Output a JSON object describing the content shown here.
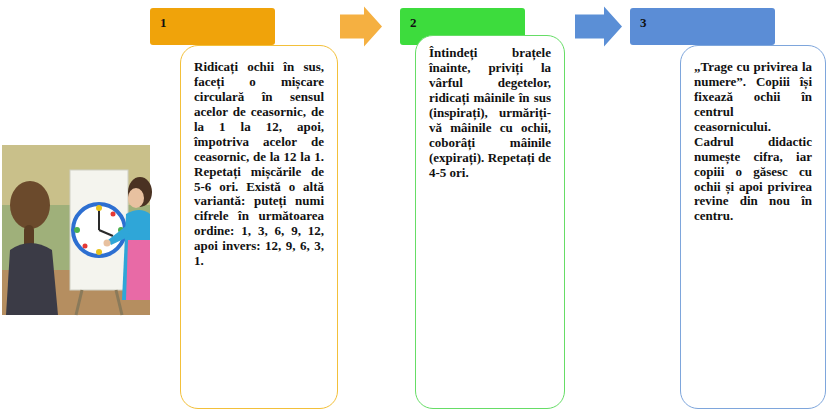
{
  "diagram": {
    "nodes": [
      {
        "text": [
          "1"
        ]
      },
      {
        "text": [
          "Ridicați ochii în sus, faceți o mișcare circulară în sensul acelor de ceasornic, de la 1 la 12, apoi, împotriva acelor de ceasornic, de la 12 la 1. Repetați mișcările de 5-6 ori. Există o altă variantă: puteți numi cifrele în următoarea ordine: 1, 3, 6, 9, 12, apoi invers: 12, 9, 6, 3, 1."
        ]
      },
      {
        "text": [
          "2"
        ]
      },
      {
        "text": [
          "Întindeți brațele înainte, priviți la vârful degetelor, ridicați mâinile în sus (inspirați), urmăriți-vă mâinile cu ochii, coborâți mâinile (expirați). Repetați de 4-5 ori."
        ]
      },
      {
        "text": [
          "3"
        ]
      },
      {
        "text": [
          "„Trage cu privirea la numere”. Copiii își fixează ochii în centrul ceasornicului. Cadrul didactic numește cifra, iar copiii o găsesc cu ochii și apoi privirea revine din nou în centru."
        ]
      }
    ],
    "edges": [
      {
        "from": 0,
        "to": 2,
        "arrow": "to"
      },
      {
        "from": 2,
        "to": 4,
        "arrow": "to"
      }
    ]
  }
}
